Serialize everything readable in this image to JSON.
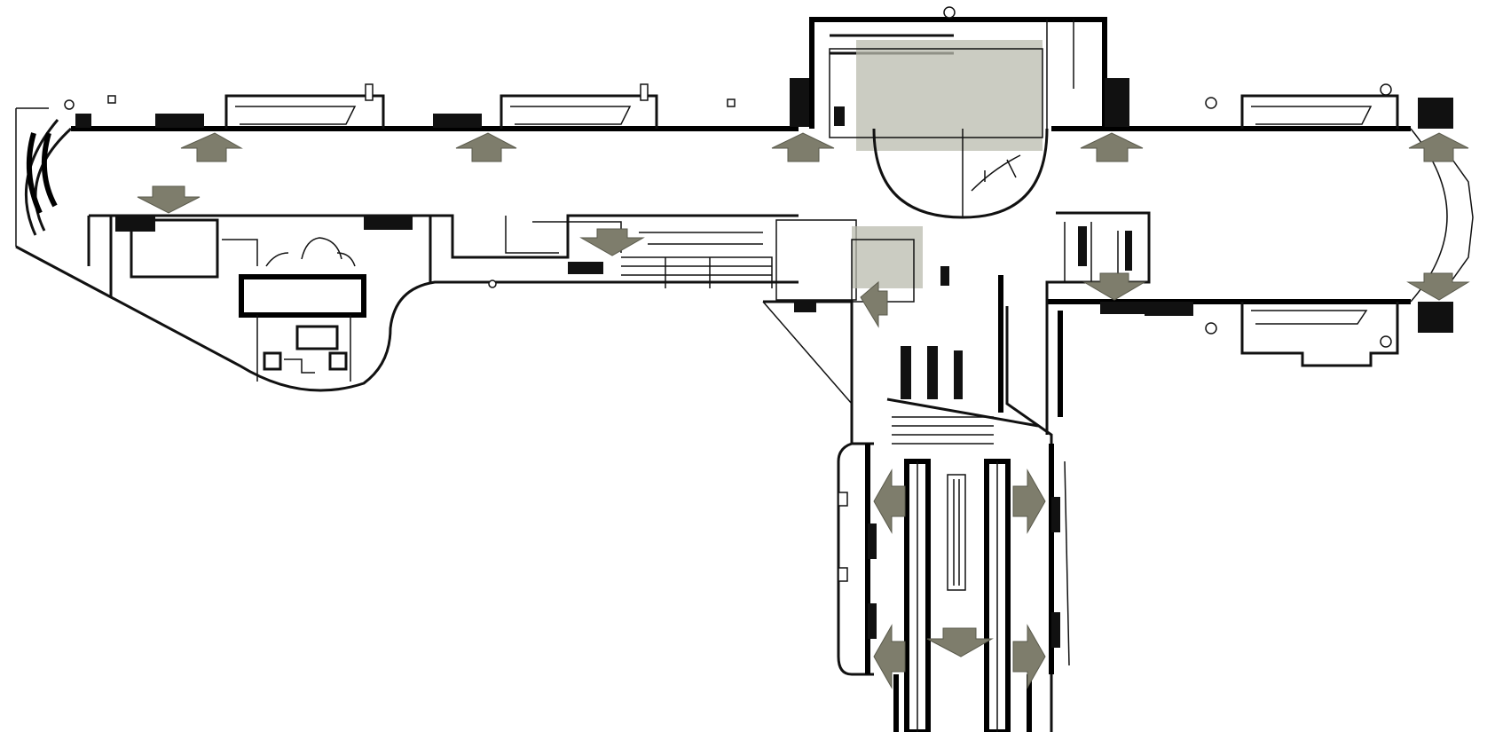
{
  "map": {
    "kind": "floor-plan",
    "colors": {
      "background": "#ffffff",
      "walls": "#111111",
      "arrows": "#7e7d6c",
      "shaded_area": "#b9bbad"
    },
    "arrow_directions": [
      "up",
      "up",
      "up",
      "up",
      "up",
      "down",
      "down",
      "down",
      "down",
      "left",
      "left",
      "left",
      "right",
      "right",
      "down"
    ]
  }
}
